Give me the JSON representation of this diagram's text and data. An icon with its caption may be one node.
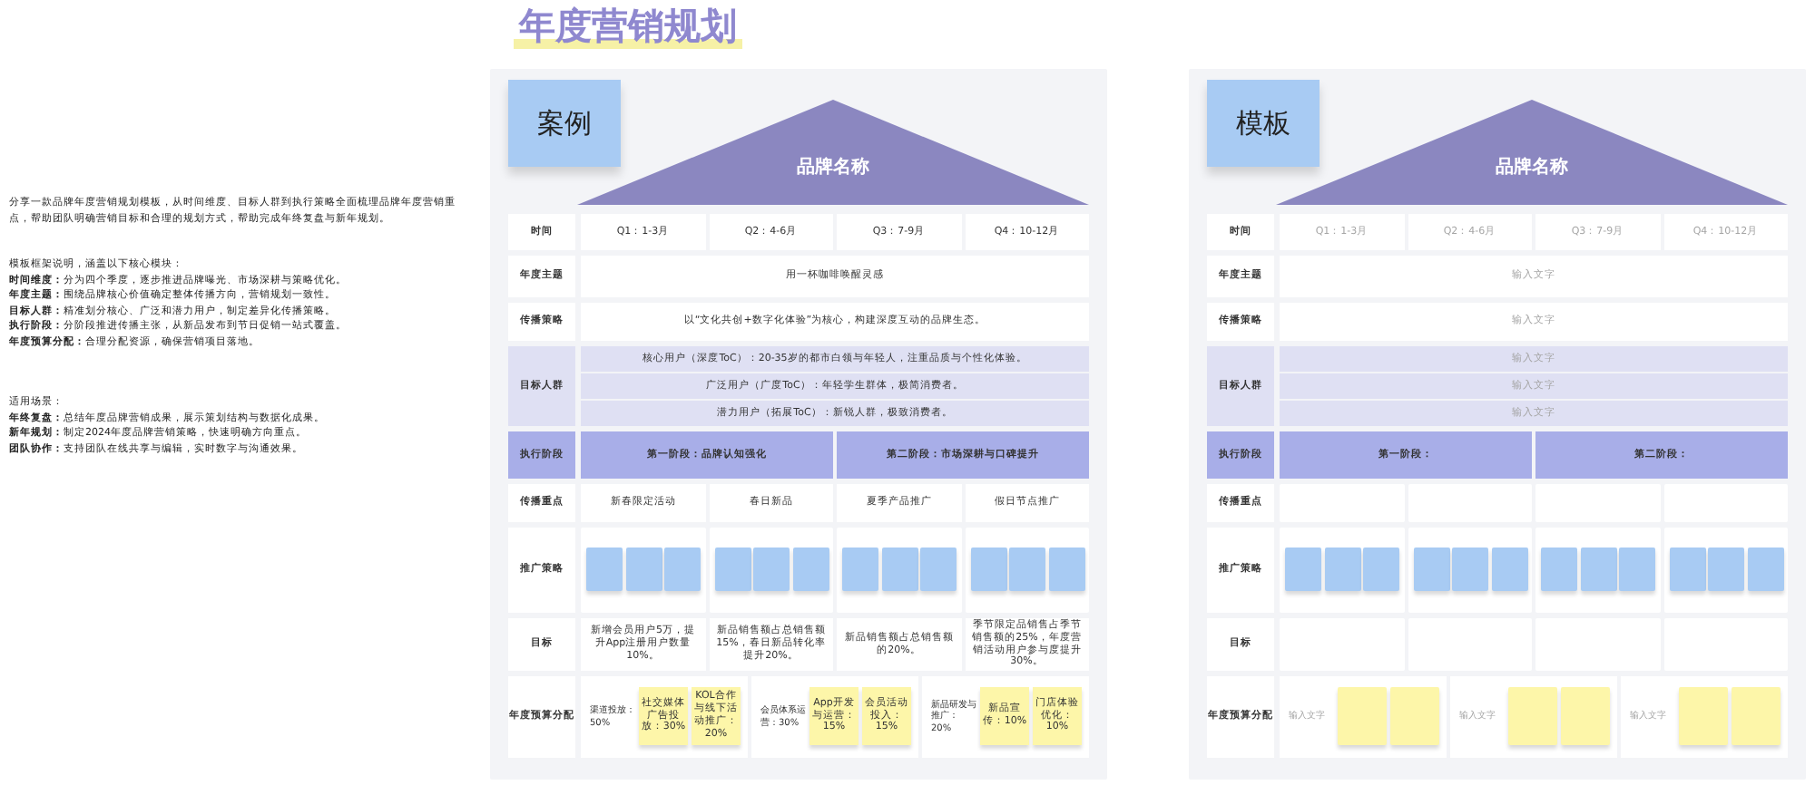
{
  "diagram": {
    "title": "年度营销规划",
    "nodes": [
      {
        "text": [],
        "shape": "box"
      },
      {
        "text": [
          "案例"
        ],
        "in": 0
      },
      {
        "text": [
          "品牌名称"
        ],
        "in": 0
      },
      {
        "text": [
          "时间"
        ],
        "in": 0
      },
      {
        "text": [
          "Q1：1-3月"
        ],
        "in": 0
      },
      {
        "text": [
          "Q2：4-6月"
        ],
        "in": 0
      },
      {
        "text": [
          "Q3：7-9月"
        ],
        "in": 0
      },
      {
        "text": [
          "Q4：10-12月"
        ],
        "in": 0
      },
      {
        "text": [
          "年度主题"
        ],
        "in": 0
      },
      {
        "text": [
          "用一杯咖啡唤醒灵感"
        ],
        "in": 0
      },
      {
        "text": [
          "传播策略"
        ],
        "in": 0
      },
      {
        "text": [
          "以“文化共创+数字化体验”为核心，构建深度互动的品牌生态。"
        ],
        "in": 0
      },
      {
        "text": [
          "目标人群"
        ],
        "in": 0
      },
      {
        "text": [
          "核心用户（深度ToC）：20-35岁的都市白领与年轻人，注重品质与个性化体验。"
        ],
        "in": 0
      },
      {
        "text": [
          "广泛用户（广度ToC）：年轻学生群体，极简消费者。"
        ],
        "in": 0
      },
      {
        "text": [
          "潜力用户（拓展ToC）：新锐人群，极致消费者。"
        ],
        "in": 0
      },
      {
        "text": [
          "执行阶段"
        ],
        "in": 0
      },
      {
        "text": [
          "第一阶段：品牌认知强化"
        ],
        "in": 0
      },
      {
        "text": [
          "第二阶段：市场深耕与口碑提升"
        ],
        "in": 0
      },
      {
        "text": [
          "传播重点"
        ],
        "in": 0
      },
      {
        "text": [
          "新春限定活动"
        ],
        "in": 0
      },
      {
        "text": [
          "春日新品"
        ],
        "in": 0
      },
      {
        "text": [
          "夏季产品推广"
        ],
        "in": 0
      },
      {
        "text": [
          "假日节点推广"
        ],
        "in": 0
      },
      {
        "text": [
          "推广策略"
        ],
        "in": 0
      },
      {
        "text": [],
        "shape": "box",
        "in": 0
      },
      {
        "text": [],
        "shape": "box",
        "in": 25
      },
      {
        "text": [],
        "shape": "box",
        "in": 25
      },
      {
        "text": [],
        "shape": "box",
        "in": 25
      },
      {
        "text": [],
        "shape": "box",
        "in": 0
      },
      {
        "text": [],
        "shape": "box",
        "in": 29
      },
      {
        "text": [],
        "shape": "box",
        "in": 29
      },
      {
        "text": [],
        "shape": "box",
        "in": 29
      },
      {
        "text": [],
        "shape": "box",
        "in": 0
      },
      {
        "text": [],
        "shape": "box",
        "in": 33
      },
      {
        "text": [],
        "shape": "box",
        "in": 33
      },
      {
        "text": [],
        "shape": "box",
        "in": 33
      },
      {
        "text": [],
        "shape": "box",
        "in": 0
      },
      {
        "text": [],
        "shape": "box",
        "in": 37
      },
      {
        "text": [],
        "shape": "box",
        "in": 37
      },
      {
        "text": [],
        "shape": "box",
        "in": 37
      },
      {
        "text": [
          "目标"
        ],
        "in": 0
      },
      {
        "text": [
          "新增会员用户5万，提升App注册用户数量10%。"
        ],
        "in": 0
      },
      {
        "text": [
          "新品销售额占总销售额15%，春日新品转化率提升20%。"
        ],
        "in": 0
      },
      {
        "text": [
          "新品销售额占总销售额的20%。"
        ],
        "in": 0
      },
      {
        "text": [
          "季节限定品销售占季节销售额的25%，年度营销活动用户参与度提升30%。"
        ],
        "in": 0
      },
      {
        "text": [
          "年度预算分配"
        ],
        "in": 0
      },
      {
        "text": [
          "渠道投放：50%"
        ],
        "in": 0
      },
      {
        "text": [
          "社交媒体广告投放：30%"
        ],
        "in": 47
      },
      {
        "text": [
          "KOL合作与线下活动推广：20%"
        ],
        "in": 47
      },
      {
        "text": [
          "会员体系运营：30%"
        ],
        "in": 0
      },
      {
        "text": [
          "App开发与运营：15%"
        ],
        "in": 50
      },
      {
        "text": [
          "会员活动投入：15%"
        ],
        "in": 50
      },
      {
        "text": [
          "新品研发与推广：20%"
        ],
        "in": 0
      },
      {
        "text": [
          "新品宣传：10%"
        ],
        "in": 53
      },
      {
        "text": [
          "门店体验优化：10%"
        ],
        "in": 53
      },
      {
        "text": [],
        "shape": "box"
      },
      {
        "text": [
          "模板"
        ],
        "in": 56
      },
      {
        "text": [
          "品牌名称"
        ],
        "in": 56
      },
      {
        "text": [
          "时间"
        ],
        "in": 56
      },
      {
        "text": [
          "Q1：1-3月"
        ],
        "in": 56
      },
      {
        "text": [
          "Q2：4-6月"
        ],
        "in": 56
      },
      {
        "text": [
          "Q3：7-9月"
        ],
        "in": 56
      },
      {
        "text": [
          "Q4：10-12月"
        ],
        "in": 56
      },
      {
        "text": [
          "年度主题"
        ],
        "in": 56
      },
      {
        "text": [
          "输入文字"
        ],
        "in": 56
      },
      {
        "text": [
          "传播策略"
        ],
        "in": 56
      },
      {
        "text": [
          "输入文字"
        ],
        "in": 56
      },
      {
        "text": [
          "目标人群"
        ],
        "in": 56
      },
      {
        "text": [
          "输入文字"
        ],
        "in": 56
      },
      {
        "text": [
          "输入文字"
        ],
        "in": 56
      },
      {
        "text": [
          "输入文字"
        ],
        "in": 56
      },
      {
        "text": [
          "执行阶段"
        ],
        "in": 56
      },
      {
        "text": [
          "第一阶段："
        ],
        "in": 56
      },
      {
        "text": [
          "第二阶段："
        ],
        "in": 56
      },
      {
        "text": [
          "传播重点"
        ],
        "in": 56
      },
      {
        "text": [],
        "shape": "box",
        "in": 56
      },
      {
        "text": [],
        "shape": "box",
        "in": 56
      },
      {
        "text": [],
        "shape": "box",
        "in": 56
      },
      {
        "text": [],
        "shape": "box",
        "in": 56
      },
      {
        "text": [
          "推广策略"
        ],
        "in": 56
      },
      {
        "text": [],
        "shape": "box",
        "in": 56
      },
      {
        "text": [],
        "shape": "box",
        "in": 81
      },
      {
        "text": [],
        "shape": "box",
        "in": 81
      },
      {
        "text": [],
        "shape": "box",
        "in": 81
      },
      {
        "text": [],
        "shape": "box",
        "in": 56
      },
      {
        "text": [],
        "shape": "box",
        "in": 85
      },
      {
        "text": [],
        "shape": "box",
        "in": 85
      },
      {
        "text": [],
        "shape": "box",
        "in": 85
      },
      {
        "text": [],
        "shape": "box",
        "in": 56
      },
      {
        "text": [],
        "shape": "box",
        "in": 89
      },
      {
        "text": [],
        "shape": "box",
        "in": 89
      },
      {
        "text": [],
        "shape": "box",
        "in": 89
      },
      {
        "text": [],
        "shape": "box",
        "in": 56
      },
      {
        "text": [],
        "shape": "box",
        "in": 93
      },
      {
        "text": [],
        "shape": "box",
        "in": 93
      },
      {
        "text": [],
        "shape": "box",
        "in": 93
      },
      {
        "text": [
          "目标"
        ],
        "in": 56
      },
      {
        "text": [],
        "shape": "box",
        "in": 56
      },
      {
        "text": [],
        "shape": "box",
        "in": 56
      },
      {
        "text": [],
        "shape": "box",
        "in": 56
      },
      {
        "text": [],
        "shape": "box",
        "in": 56
      },
      {
        "text": [
          "年度预算分配"
        ],
        "in": 56
      },
      {
        "text": [
          "输入文字"
        ],
        "in": 56
      },
      {
        "text": [],
        "shape": "box",
        "in": 103
      },
      {
        "text": [],
        "shape": "box",
        "in": 103
      },
      {
        "text": [
          "输入文字"
        ],
        "in": 56
      },
      {
        "text": [],
        "shape": "box",
        "in": 106
      },
      {
        "text": [],
        "shape": "box",
        "in": 106
      },
      {
        "text": [
          "输入文字"
        ],
        "in": 56
      },
      {
        "text": [],
        "shape": "box",
        "in": 109
      },
      {
        "text": [],
        "shape": "box",
        "in": 109
      }
    ],
    "labels": [
      "分享一款品牌年度营销规划模板，从时间维度、目标人群到执行策略全面梳理品牌年度营销重点，帮助团队明确营销目标和合理的规划方式，帮助完成年终复盘与新年规划。",
      "模板框架说明，涵盖以下核心模块：",
      "**时间维度：**分为四个季度，逐步推进品牌曝光、市场深耕与策略优化。",
      "**年度主题：**围绕品牌核心价值确定整体传播方向，营销规划一致性。",
      "**目标人群：**精准划分核心、广泛和潜力用户，制定差异化传播策略。",
      "**执行阶段：**分阶段推进传播主张，从新品发布到节日促销一站式覆盖。",
      "**年度预算分配：**合理分配资源，确保营销项目落地。",
      "适用场景：",
      "**年终复盘：**总结年度品牌营销成果，展示策划结构与数据化成果。",
      "**新年规划：**制定2024年度品牌营销策略，快速明确方向重点。",
      "**团队协作：**支持团队在线共享与编辑，实时数字与沟通效果。"
    ]
  }
}
